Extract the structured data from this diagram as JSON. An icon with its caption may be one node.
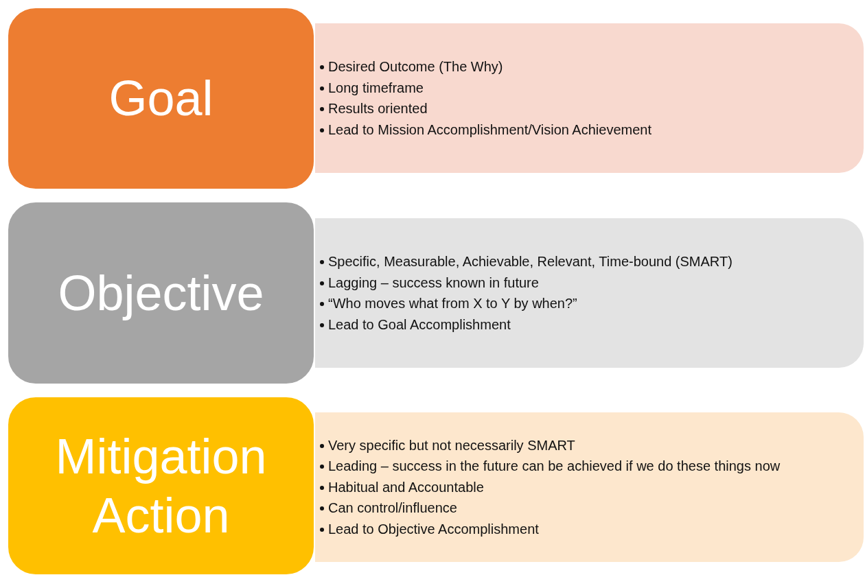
{
  "diagram": {
    "nodes": [
      {
        "text": [
          "Goal"
        ]
      },
      {
        "text": [
          "Desired Outcome (The Why)",
          "Long timeframe",
          "Results oriented",
          "Lead to Mission Accomplishment/Vision Achievement"
        ]
      },
      {
        "text": [
          "Objective"
        ]
      },
      {
        "text": [
          "Specific, Measurable, Achievable, Relevant, Time-bound (SMART)",
          "Lagging – success known in future",
          "“Who moves what from X to Y by when?”",
          "Lead to Goal Accomplishment"
        ]
      },
      {
        "text": [
          "Mitigation Action"
        ]
      },
      {
        "text": [
          "Very specific but not necessarily SMART",
          "Leading – success in the future can be achieved if we do these things now",
          "Habitual and Accountable",
          "Can control/influence",
          "Lead to Objective Accomplishment"
        ]
      }
    ]
  }
}
